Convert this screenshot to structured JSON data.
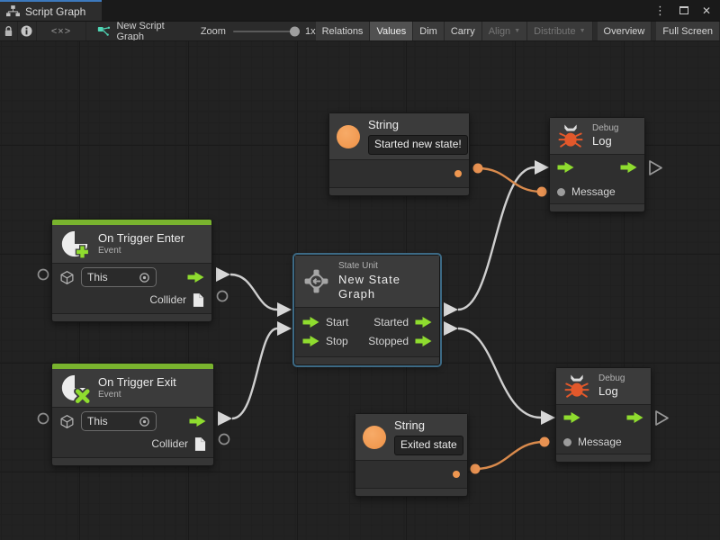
{
  "tab_bar": {
    "tab_label": "Script Graph"
  },
  "glyphs": {
    "menu": "⋮",
    "close": "✕",
    "code": "<×>",
    "caret": "▼"
  },
  "toolbar": {
    "new_graph_label": "New Script Graph",
    "zoom_label": "Zoom",
    "zoom_value": "1x",
    "buttons": [
      {
        "label": "Relations",
        "active": false
      },
      {
        "label": "Values",
        "active": true
      },
      {
        "label": "Dim",
        "active": false
      },
      {
        "label": "Carry",
        "active": false
      },
      {
        "label": "Align",
        "disabled": true,
        "dropdown": true
      },
      {
        "label": "Distribute",
        "disabled": true,
        "dropdown": true
      },
      {
        "label": "Overview",
        "active": false
      },
      {
        "label": "Full Screen",
        "active": false
      }
    ]
  },
  "nodes": {
    "string_top": {
      "title": "String",
      "value": "Started new state!"
    },
    "debug_top": {
      "subtitle": "Debug",
      "title": "Log",
      "message_label": "Message"
    },
    "trigger_enter": {
      "title": "On Trigger Enter",
      "subtitle": "Event",
      "this_label": "This",
      "collider_label": "Collider"
    },
    "state": {
      "subtitle": "State Unit",
      "title": "New State Graph",
      "start": "Start",
      "stop": "Stop",
      "started": "Started",
      "stopped": "Stopped"
    },
    "trigger_exit": {
      "title": "On Trigger Exit",
      "subtitle": "Event",
      "this_label": "This",
      "collider_label": "Collider"
    },
    "string_bottom": {
      "title": "String",
      "value": "Exited state"
    },
    "debug_bottom": {
      "subtitle": "Debug",
      "title": "Log",
      "message_label": "Message"
    }
  },
  "colors": {
    "event_bar_green": "#79b32e",
    "flow_arrow_green": "#8fdc2f",
    "string_orange": "#ee9a54",
    "bug_orange": "#e2582b",
    "wire_white": "#cfcfcf",
    "wire_orange": "#d98a4c",
    "selection_blue": "#3d6a85",
    "tab_accent_blue": "#3c79bd",
    "canvas_bg": "#222222",
    "node_header_bg": "#3b3b3b"
  }
}
